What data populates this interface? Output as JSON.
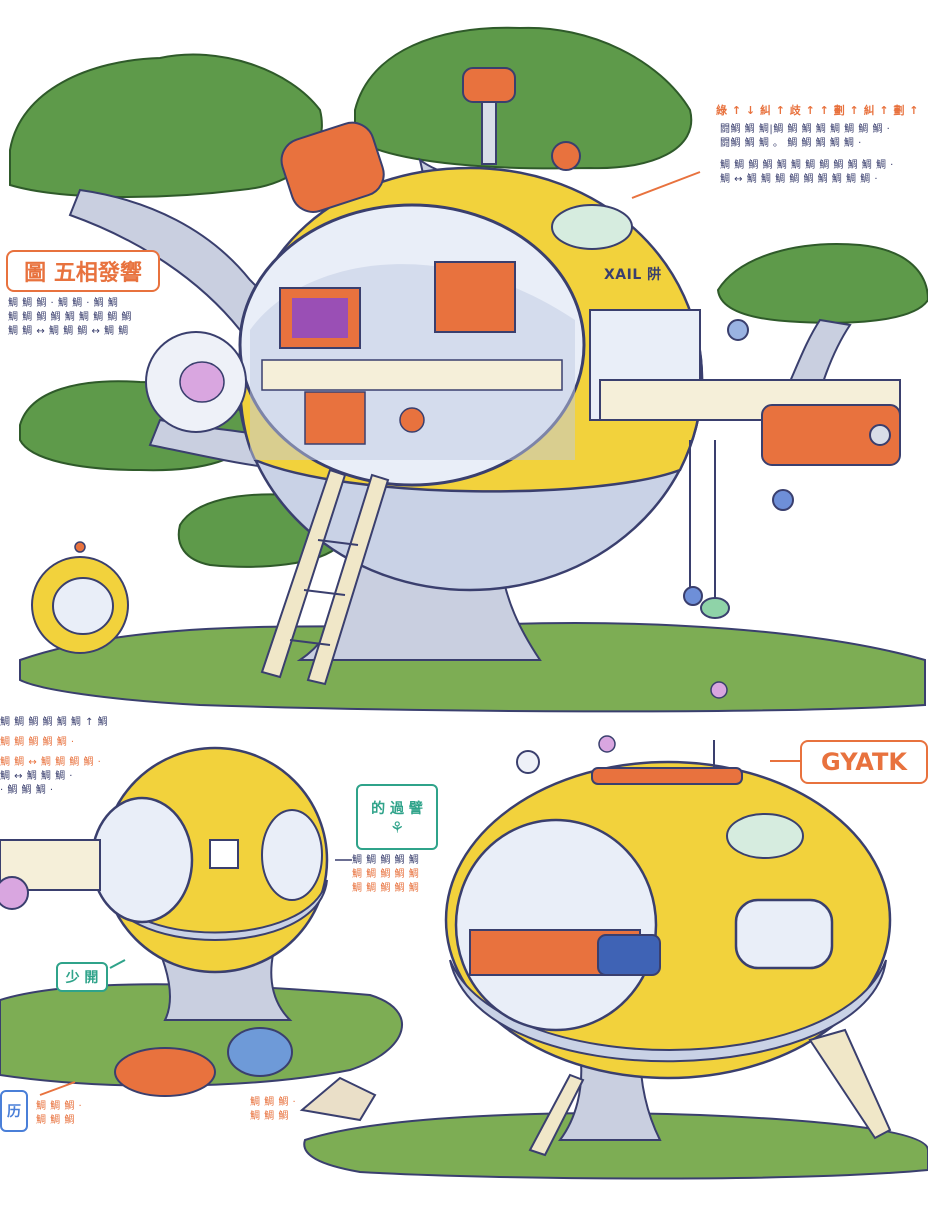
{
  "labels": {
    "title_left": "圖 五相發響",
    "top_right_heading": "綠 ↑ ↓ 糾 ↑ 歧 ↑ ↑ 劃 ↑ 糾 ↑ 劃 ↑",
    "tag_right": "GYATK",
    "pod_sign": "XAIL 阱",
    "small_badge_title": "的 過 譬",
    "left_badge": "少 開",
    "edge_badge": "历"
  },
  "notes": {
    "top_right": [
      "闘鯛 鯛 鯛|鯛 鯛 鯛 鯛 鯛 鯛 鯛 鯛 ·",
      "闘鯛 鯛 鯛 。   鯛 鯛 鯛 鯛 鯛 ·",
      "鯛 鯛 鯛 鯛 鯛 鯛 鯛 鯛 鯛 鯛 鯛 鯛 ·",
      "鯛 ↔ 鯛 鯛 鯛 鯛 鯛 鯛 鯛 鯛 鯛 ·"
    ],
    "left_upper": [
      "鯛 鯛 鯛 · 鯛 鯛 · 鯛 鯛",
      "鯛 鯛 鯛 鯛 鯛 鯛 鯛 鯛 鯛",
      "鯛 鯛 ↔ 鯛 鯛 鯛 ↔ 鯛 鯛"
    ],
    "left_lower": [
      "鯛 鯛 鯛 鯛 鯛 鯛 ↑ 鯛",
      "鯛 鯛 鯛 鯛 鯛 ·",
      "鯛 鯛 ↔ 鯛 鯛 鯛 鯛 ·",
      "鯛 ↔ 鯛 鯛 鯛 ·",
      "· 鯛 鯛 鯛 ·"
    ],
    "mid_callout": [
      "鯛 鯛 鯛 鯛 鯛",
      "鯛 鯛 鯛 鯛 鯛",
      "鯛 鯛 鯛 鯛 鯛"
    ],
    "bottom_left": [
      "鯛 鯛 鯛 ·",
      "鯛 鯛 鯛"
    ],
    "bottom_mid": [
      "鯛 鯛 鯛 ·",
      "鯛 鯛 鯛"
    ]
  },
  "colors": {
    "pod_yellow": "#f2d23c",
    "pod_shadow": "#c9d2e6",
    "foliage": "#5e9a4a",
    "foliage_dark": "#3f7a36",
    "trunk": "#c9cfe0",
    "grass": "#7dad54",
    "accent_orange": "#e8723e",
    "ink": "#3a3f6e",
    "teal": "#2fa38a"
  }
}
